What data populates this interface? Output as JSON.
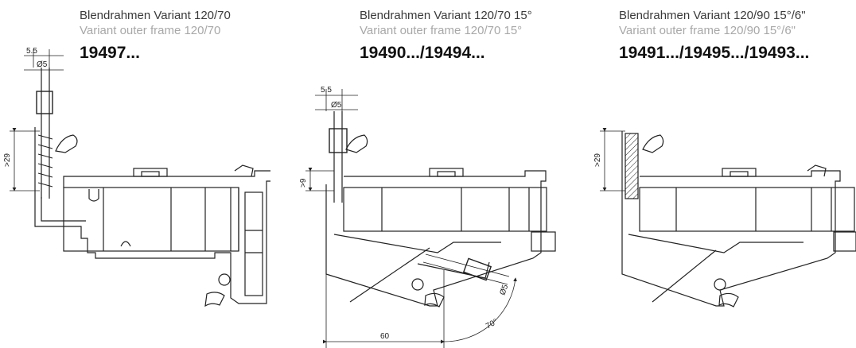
{
  "panels": [
    {
      "title_de": "Blendrahmen Variant 120/70",
      "title_en": "Variant outer frame 120/70",
      "article": "19497...",
      "dims": {
        "width": "5.5",
        "diameter": "Ø5",
        "height": ">29"
      }
    },
    {
      "title_de": "Blendrahmen Variant 120/70  15°",
      "title_en": "Variant outer frame 120/70 15°",
      "article": "19490.../19494...",
      "dims": {
        "width": "5.5",
        "diameter": "Ø5",
        "height": ">9",
        "drill": "Ø5",
        "offset": "60",
        "angle": "70°"
      }
    },
    {
      "title_de": "Blendrahmen Variant 120/90 15°/6\"",
      "title_en": "Variant outer frame 120/90 15°/6\"",
      "article": "19491.../19495.../19493...",
      "dims": {
        "height": ">29"
      }
    }
  ]
}
